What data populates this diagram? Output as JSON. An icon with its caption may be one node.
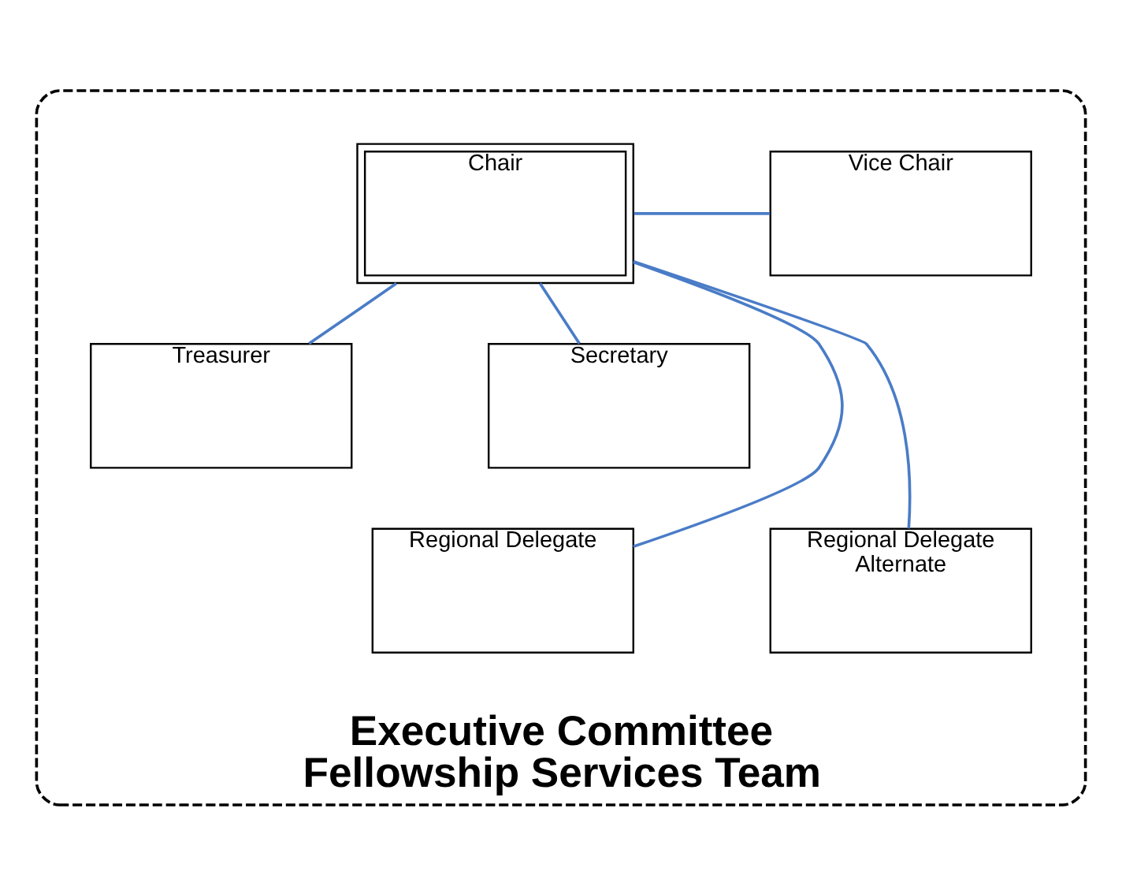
{
  "diagram": {
    "nodes": [
      {
        "text": [
          "Executive Committee Fellowship Services Team"
        ]
      },
      {
        "text": [
          "Chair"
        ],
        "in": 0
      },
      {
        "text": [
          "Vice Chair"
        ],
        "in": 0
      },
      {
        "text": [
          "Treasurer"
        ],
        "in": 0
      },
      {
        "text": [
          "Secretary"
        ],
        "in": 0
      },
      {
        "text": [
          "Regional Delegate"
        ],
        "in": 0
      },
      {
        "text": [
          "Regional Delegate Alternate"
        ],
        "in": 0
      }
    ],
    "edges": [
      {
        "from": 1,
        "to": 2,
        "arrow": "none"
      },
      {
        "from": 1,
        "to": 3,
        "arrow": "none"
      },
      {
        "from": 1,
        "to": 4,
        "arrow": "none"
      },
      {
        "from": 1,
        "to": 5,
        "arrow": "none"
      },
      {
        "from": 1,
        "to": 6,
        "arrow": "none"
      }
    ]
  }
}
